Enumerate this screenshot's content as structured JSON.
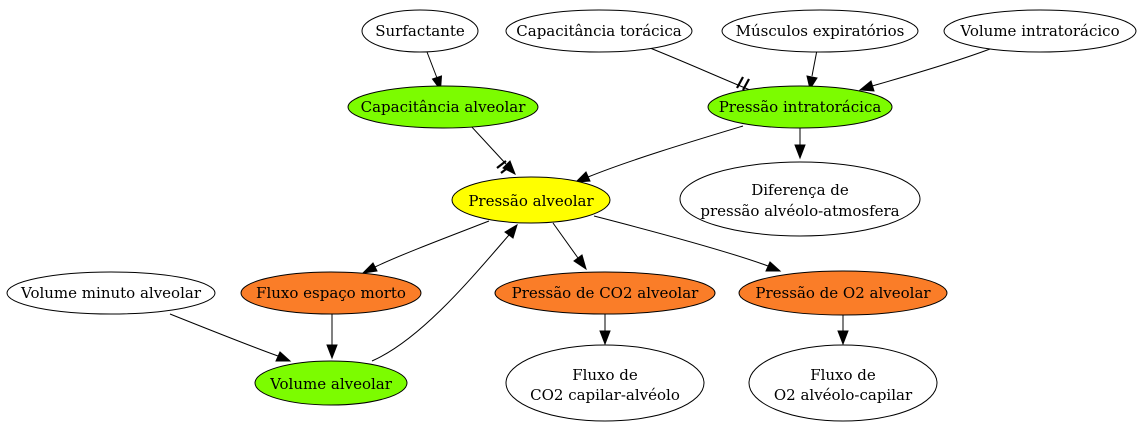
{
  "colors": {
    "white": "#ffffff",
    "green": "#7cfc00",
    "yellow": "#ffff00",
    "orange": "#fa7d28"
  },
  "nodes": {
    "surfactante": "Surfactante",
    "capacitancia_toracica": "Capacitância torácica",
    "musculos_expiratorios": "Músculos expiratórios",
    "volume_intratoracico": "Volume intratorácico",
    "capacitancia_alveolar": "Capacitância alveolar",
    "pressao_intratoracica": "Pressão intratorácica",
    "pressao_alveolar": "Pressão alveolar",
    "diferenca_pressao": [
      "Diferença de",
      "pressão alvéolo-atmosfera"
    ],
    "volume_minuto_alveolar": "Volume minuto alveolar",
    "fluxo_espaco_morto": "Fluxo espaço morto",
    "pressao_co2_alveolar": "Pressão de CO2 alveolar",
    "pressao_o2_alveolar": "Pressão de O2 alveolar",
    "volume_alveolar": "Volume alveolar",
    "fluxo_co2": [
      "Fluxo de",
      "CO2 capilar-alvéolo"
    ],
    "fluxo_o2": [
      "Fluxo de",
      "O2 alvéolo-capilar"
    ]
  }
}
